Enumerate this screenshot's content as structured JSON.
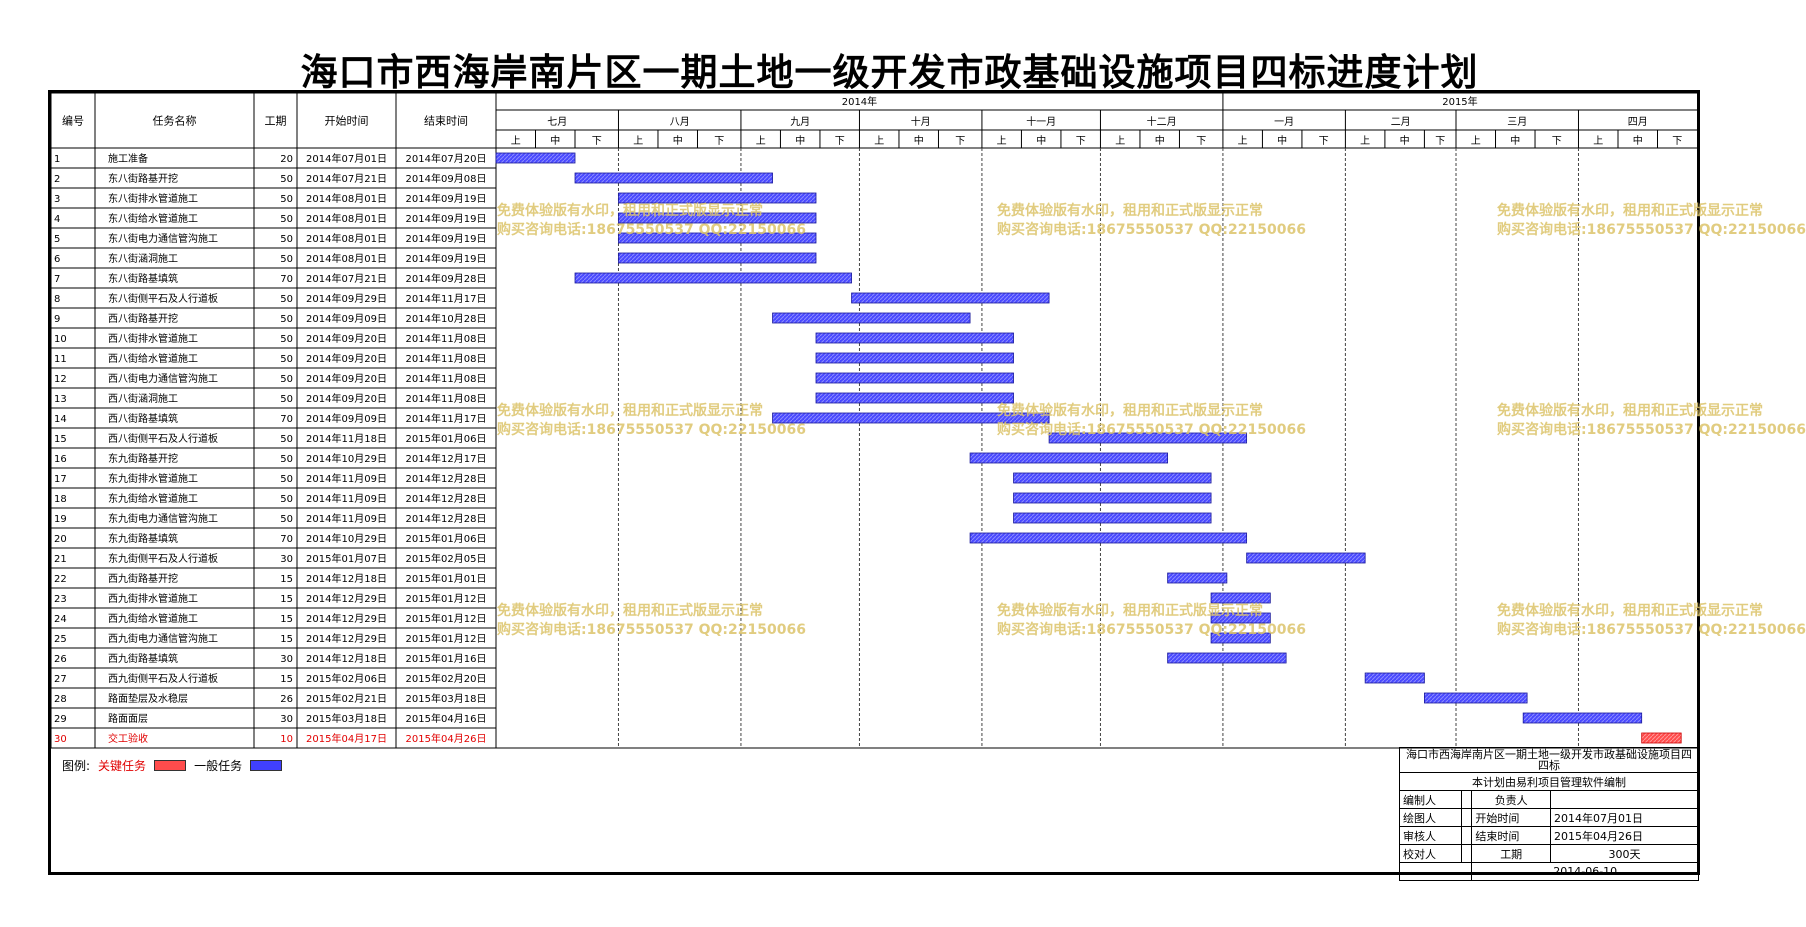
{
  "title": "海口市西海岸南片区一期土地一级开发市政基础设施项目四标进度计划",
  "columns": {
    "id": "编号",
    "name": "任务名称",
    "duration": "工期",
    "start": "开始时间",
    "end": "结束时间"
  },
  "years": [
    "2014年",
    "2015年"
  ],
  "months": [
    "七月",
    "八月",
    "九月",
    "十月",
    "十一月",
    "十二月",
    "一月",
    "二月",
    "三月",
    "四月"
  ],
  "periods": [
    "上",
    "中",
    "下"
  ],
  "colors": {
    "normal": "#4040ff",
    "critical": "#ff4c4c",
    "critical_text": "#e00000"
  },
  "chart_data": {
    "type": "gantt",
    "x_range": [
      "2014-07-01",
      "2015-04-30"
    ],
    "tasks": [
      {
        "id": "1",
        "name": "施工准备",
        "duration": "20",
        "start": "2014年07月01日",
        "end": "2014年07月20日",
        "critical": false
      },
      {
        "id": "2",
        "name": "东八街路基开挖",
        "duration": "50",
        "start": "2014年07月21日",
        "end": "2014年09月08日",
        "critical": false
      },
      {
        "id": "3",
        "name": "东八街排水管道施工",
        "duration": "50",
        "start": "2014年08月01日",
        "end": "2014年09月19日",
        "critical": false
      },
      {
        "id": "4",
        "name": "东八街给水管道施工",
        "duration": "50",
        "start": "2014年08月01日",
        "end": "2014年09月19日",
        "critical": false
      },
      {
        "id": "5",
        "name": "东八街电力通信管沟施工",
        "duration": "50",
        "start": "2014年08月01日",
        "end": "2014年09月19日",
        "critical": false
      },
      {
        "id": "6",
        "name": "东八街涵洞施工",
        "duration": "50",
        "start": "2014年08月01日",
        "end": "2014年09月19日",
        "critical": false
      },
      {
        "id": "7",
        "name": "东八街路基填筑",
        "duration": "70",
        "start": "2014年07月21日",
        "end": "2014年09月28日",
        "critical": false
      },
      {
        "id": "8",
        "name": "东八街侧平石及人行道板",
        "duration": "50",
        "start": "2014年09月29日",
        "end": "2014年11月17日",
        "critical": false
      },
      {
        "id": "9",
        "name": "西八街路基开挖",
        "duration": "50",
        "start": "2014年09月09日",
        "end": "2014年10月28日",
        "critical": false
      },
      {
        "id": "10",
        "name": "西八街排水管道施工",
        "duration": "50",
        "start": "2014年09月20日",
        "end": "2014年11月08日",
        "critical": false
      },
      {
        "id": "11",
        "name": "西八街给水管道施工",
        "duration": "50",
        "start": "2014年09月20日",
        "end": "2014年11月08日",
        "critical": false
      },
      {
        "id": "12",
        "name": "西八街电力通信管沟施工",
        "duration": "50",
        "start": "2014年09月20日",
        "end": "2014年11月08日",
        "critical": false
      },
      {
        "id": "13",
        "name": "西八街涵洞施工",
        "duration": "50",
        "start": "2014年09月20日",
        "end": "2014年11月08日",
        "critical": false
      },
      {
        "id": "14",
        "name": "西八街路基填筑",
        "duration": "70",
        "start": "2014年09月09日",
        "end": "2014年11月17日",
        "critical": false
      },
      {
        "id": "15",
        "name": "西八街侧平石及人行道板",
        "duration": "50",
        "start": "2014年11月18日",
        "end": "2015年01月06日",
        "critical": false
      },
      {
        "id": "16",
        "name": "东九街路基开挖",
        "duration": "50",
        "start": "2014年10月29日",
        "end": "2014年12月17日",
        "critical": false
      },
      {
        "id": "17",
        "name": "东九街排水管道施工",
        "duration": "50",
        "start": "2014年11月09日",
        "end": "2014年12月28日",
        "critical": false
      },
      {
        "id": "18",
        "name": "东九街给水管道施工",
        "duration": "50",
        "start": "2014年11月09日",
        "end": "2014年12月28日",
        "critical": false
      },
      {
        "id": "19",
        "name": "东九街电力通信管沟施工",
        "duration": "50",
        "start": "2014年11月09日",
        "end": "2014年12月28日",
        "critical": false
      },
      {
        "id": "20",
        "name": "东九街路基填筑",
        "duration": "70",
        "start": "2014年10月29日",
        "end": "2015年01月06日",
        "critical": false
      },
      {
        "id": "21",
        "name": "东九街侧平石及人行道板",
        "duration": "30",
        "start": "2015年01月07日",
        "end": "2015年02月05日",
        "critical": false
      },
      {
        "id": "22",
        "name": "西九街路基开挖",
        "duration": "15",
        "start": "2014年12月18日",
        "end": "2015年01月01日",
        "critical": false
      },
      {
        "id": "23",
        "name": "西九街排水管道施工",
        "duration": "15",
        "start": "2014年12月29日",
        "end": "2015年01月12日",
        "critical": false
      },
      {
        "id": "24",
        "name": "西九街给水管道施工",
        "duration": "15",
        "start": "2014年12月29日",
        "end": "2015年01月12日",
        "critical": false
      },
      {
        "id": "25",
        "name": "西九街电力通信管沟施工",
        "duration": "15",
        "start": "2014年12月29日",
        "end": "2015年01月12日",
        "critical": false
      },
      {
        "id": "26",
        "name": "西九街路基填筑",
        "duration": "30",
        "start": "2014年12月18日",
        "end": "2015年01月16日",
        "critical": false
      },
      {
        "id": "27",
        "name": "西九街侧平石及人行道板",
        "duration": "15",
        "start": "2015年02月06日",
        "end": "2015年02月20日",
        "critical": false
      },
      {
        "id": "28",
        "name": "路面垫层及水稳层",
        "duration": "26",
        "start": "2015年02月21日",
        "end": "2015年03月18日",
        "critical": false
      },
      {
        "id": "29",
        "name": "路面面层",
        "duration": "30",
        "start": "2015年03月18日",
        "end": "2015年04月16日",
        "critical": false
      },
      {
        "id": "30",
        "name": "交工验收",
        "duration": "10",
        "start": "2015年04月17日",
        "end": "2015年04月26日",
        "critical": true
      }
    ]
  },
  "legend": {
    "label": "图例:",
    "critical": "关键任务",
    "normal": "一般任务"
  },
  "info": {
    "project_line1": "海口市西海岸南片区一期土地一级开发市政基础设施项目四",
    "project_line2": "四标",
    "software": "本计划由易利项目管理软件编制",
    "compiler_label": "编制人",
    "responsible_label": "负责人",
    "drawer_label": "绘图人",
    "start_label": "开始时间",
    "start_value": "2014年07月01日",
    "reviewer_label": "审核人",
    "end_label": "结束时间",
    "end_value": "2015年04月26日",
    "checker_label": "校对人",
    "duration_label": "工期",
    "duration_value": "300天",
    "date": "2014-06-10"
  },
  "watermark": {
    "line1": "免费体验版有水印，租用和正式版显示正常",
    "line2": "购买咨询电话:18675550537 QQ:22150066"
  }
}
